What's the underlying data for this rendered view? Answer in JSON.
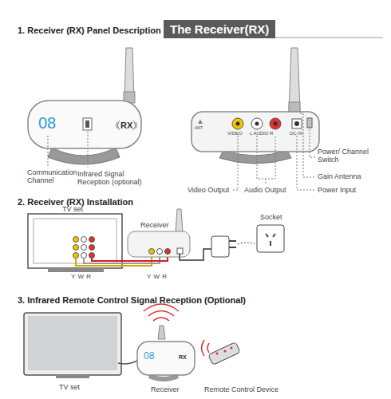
{
  "diagram": {
    "nodes": [
      {
        "text": [
          "The Receiver(RX)"
        ]
      }
    ],
    "labels": [
      "1. Receiver (RX) Panel Description",
      "08",
      "RX",
      "Communication Channel",
      "Infrared Signal Reception (optional)",
      "VIDEO",
      "L AUDIO R",
      "DC-IN",
      "Power/ Channel Switch",
      "Gain Antenna",
      "Video Output",
      "Audio Output",
      "Power Input",
      "2. Receiver (RX) Installation",
      "TV set",
      "Receiver",
      "Socket",
      "Y W R",
      "Y W R",
      "3. Infrared Remote Control Signal Reception (Optional)",
      "TV set",
      "Receiver",
      "08",
      "RX",
      "Remote Control Device",
      "ANT"
    ]
  }
}
